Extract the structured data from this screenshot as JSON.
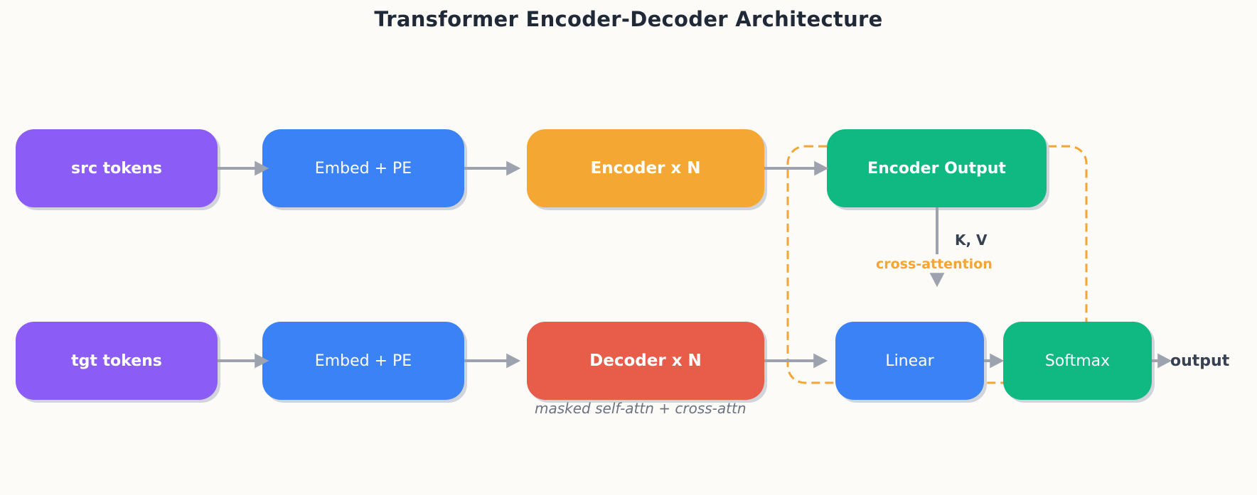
{
  "title": "Transformer Encoder-Decoder Architecture",
  "nodes": {
    "src_tokens": {
      "label": "src tokens",
      "color": "#8b5cf6"
    },
    "src_embed": {
      "label": "Embed + PE",
      "color": "#3b82f6"
    },
    "encoder": {
      "label": "Encoder x N",
      "color": "#f4a733"
    },
    "encoder_output": {
      "label": "Encoder Output",
      "color": "#10b981"
    },
    "tgt_tokens": {
      "label": "tgt tokens",
      "color": "#8b5cf6"
    },
    "tgt_embed": {
      "label": "Embed + PE",
      "color": "#3b82f6"
    },
    "decoder": {
      "label": "Decoder x N",
      "color": "#e85d4a"
    },
    "linear": {
      "label": "Linear",
      "color": "#3b82f6"
    },
    "softmax": {
      "label": "Softmax",
      "color": "#10b981"
    }
  },
  "annotations": {
    "kv": "K, V",
    "cross_attention": "cross-attention",
    "decoder_note": "masked self-attn + cross-attn",
    "output": "output"
  },
  "colors": {
    "arrow": "#9ca3af",
    "highlight_border": "#f4a533",
    "shadow": "#d1d5db"
  }
}
